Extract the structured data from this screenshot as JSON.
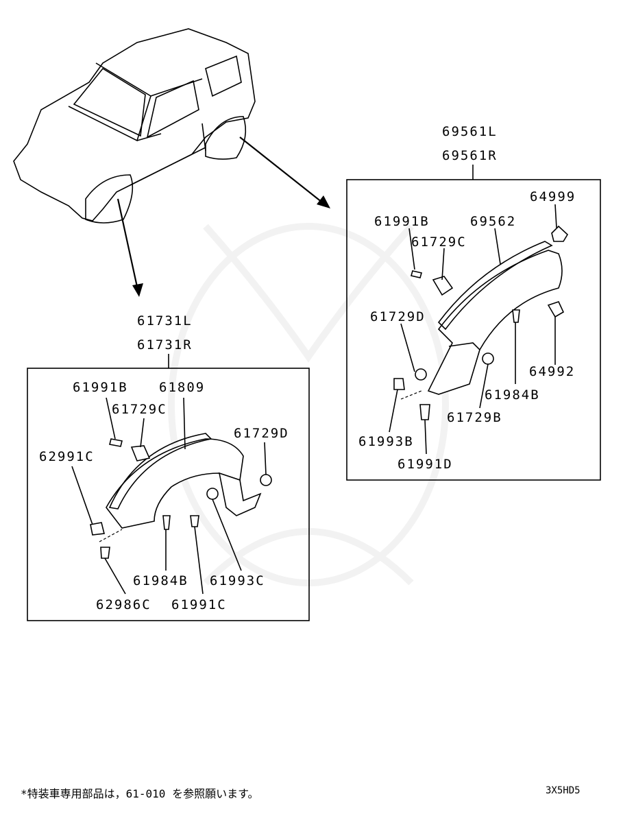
{
  "rear_assembly": {
    "assembly_numbers": [
      "69561L",
      "69561R"
    ],
    "parts": {
      "p64999": "64999",
      "p61991b": "61991B",
      "p69562": "69562",
      "p61729c": "61729C",
      "p61729d": "61729D",
      "p64992": "64992",
      "p61984b": "61984B",
      "p61729b": "61729B",
      "p61993b": "61993B",
      "p61991d": "61991D"
    }
  },
  "front_assembly": {
    "assembly_numbers": [
      "61731L",
      "61731R"
    ],
    "parts": {
      "p61991b": "61991B",
      "p61809": "61809",
      "p61729c": "61729C",
      "p61729d": "61729D",
      "p62991c": "62991C",
      "p61984b": "61984B",
      "p61993c": "61993C",
      "p62986c": "62986C",
      "p61991c": "61991C"
    }
  },
  "footer": {
    "note": "*特装車専用部品は，61-010 を参照願います。",
    "diagram_code": "3X5HD5"
  }
}
